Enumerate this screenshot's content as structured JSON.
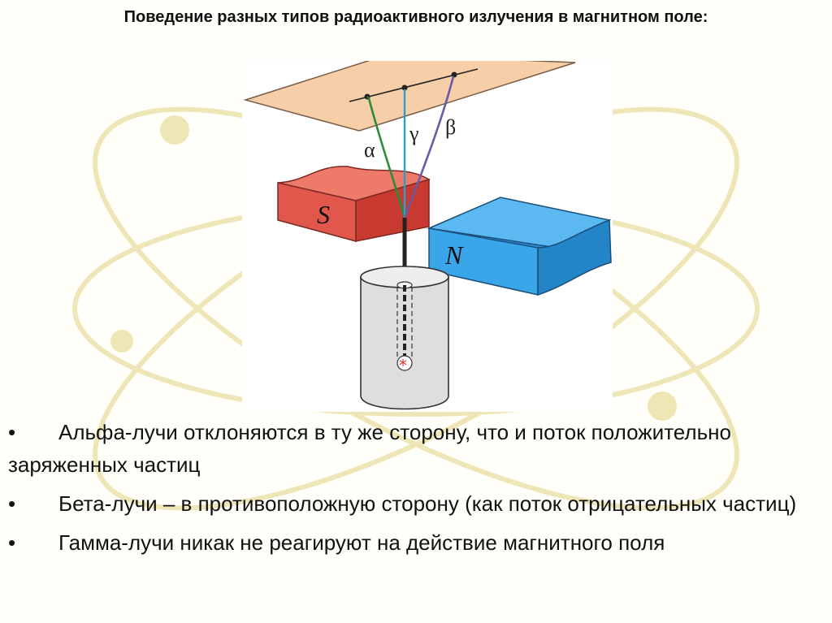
{
  "slide": {
    "title": "Поведение разных типов радиоактивного излучения в магнитном поле:",
    "background_color": "#fffef9",
    "atom_watermark_color": "#e8dc9a"
  },
  "diagram": {
    "rays": [
      {
        "symbol": "α",
        "color": "#2e8b3a"
      },
      {
        "symbol": "γ",
        "color": "#2aa0c8"
      },
      {
        "symbol": "β",
        "color": "#6a5aa8"
      }
    ],
    "magnets": {
      "south": {
        "label": "S",
        "color": "#e0544a"
      },
      "north": {
        "label": "N",
        "color": "#2e9be0"
      }
    },
    "screen_color": "#f6cfa8",
    "source_marker": "*"
  },
  "bullets": [
    {
      "mark": "•",
      "text": "Альфа-лучи отклоняются в ту же сторону, что и поток положительно заряженных частиц"
    },
    {
      "mark": "•",
      "text": "Бета-лучи – в противоположную сторону (как поток отрицательных частиц)"
    },
    {
      "mark": "•",
      "text": "Гамма-лучи никак не реагируют на действие магнитного поля"
    }
  ]
}
